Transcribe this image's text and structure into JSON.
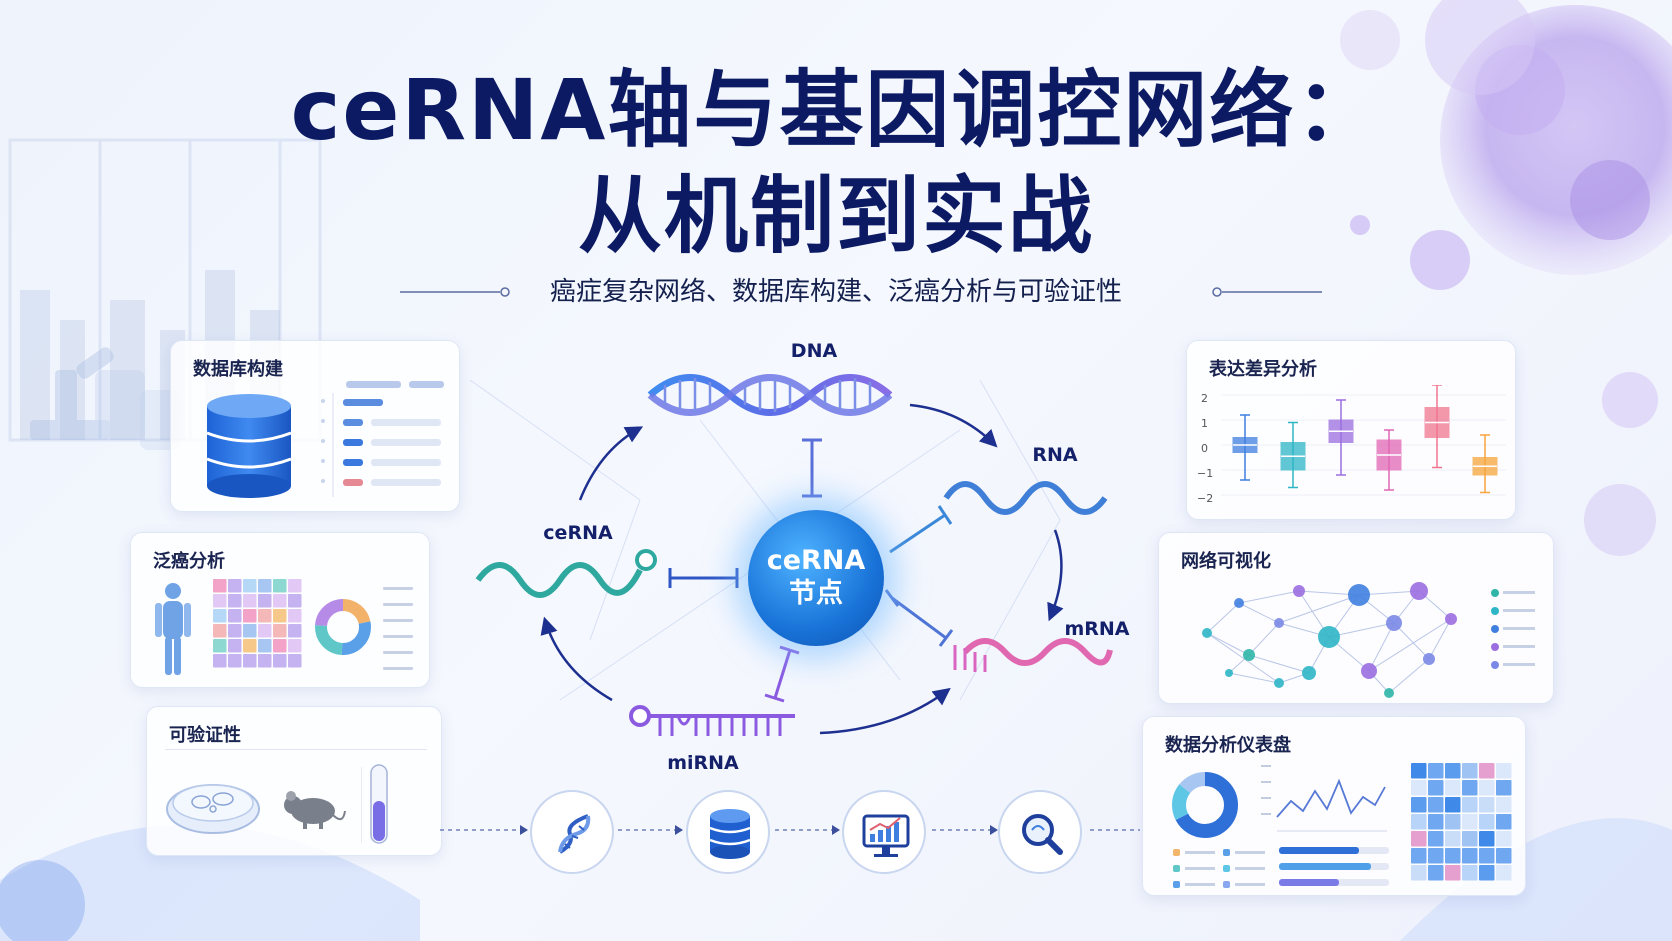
{
  "title_line1": "ceRNA轴与基因调控网络：",
  "title_line2": "从机制到实战",
  "subtitle": "癌症复杂网络、数据库构建、泛癌分析与可验证性",
  "panels": {
    "database": "数据库构建",
    "pancancer": "泛癌分析",
    "verifiable": "可验证性",
    "diff_expr": "表达差异分析",
    "network_vis": "网络可视化",
    "dashboard": "数据分析仪表盘"
  },
  "center": {
    "line1": "ceRNA",
    "line2": "节点"
  },
  "nodes": {
    "dna": "DNA",
    "rna": "RNA",
    "mrna": "mRNA",
    "mirna": "miRNA",
    "cerna": "ceRNA"
  },
  "boxplot": {
    "yticks": [
      "2",
      "1",
      "0",
      "−1",
      "−2"
    ],
    "colors": [
      "#3f7fe0",
      "#2fb6c6",
      "#9b6ee0",
      "#e067b4",
      "#f07590",
      "#f7a53c"
    ]
  },
  "colors": {
    "title": "#0c1a63",
    "accent_blue": "#1973d8",
    "teal": "#2fa9b0",
    "purple": "#8a5be0",
    "pink": "#e068b0",
    "arrow": "#1d2f8f"
  },
  "flow_icons": [
    "dna-icon",
    "database-icon",
    "monitor-chart-icon",
    "search-magnifier-icon"
  ]
}
